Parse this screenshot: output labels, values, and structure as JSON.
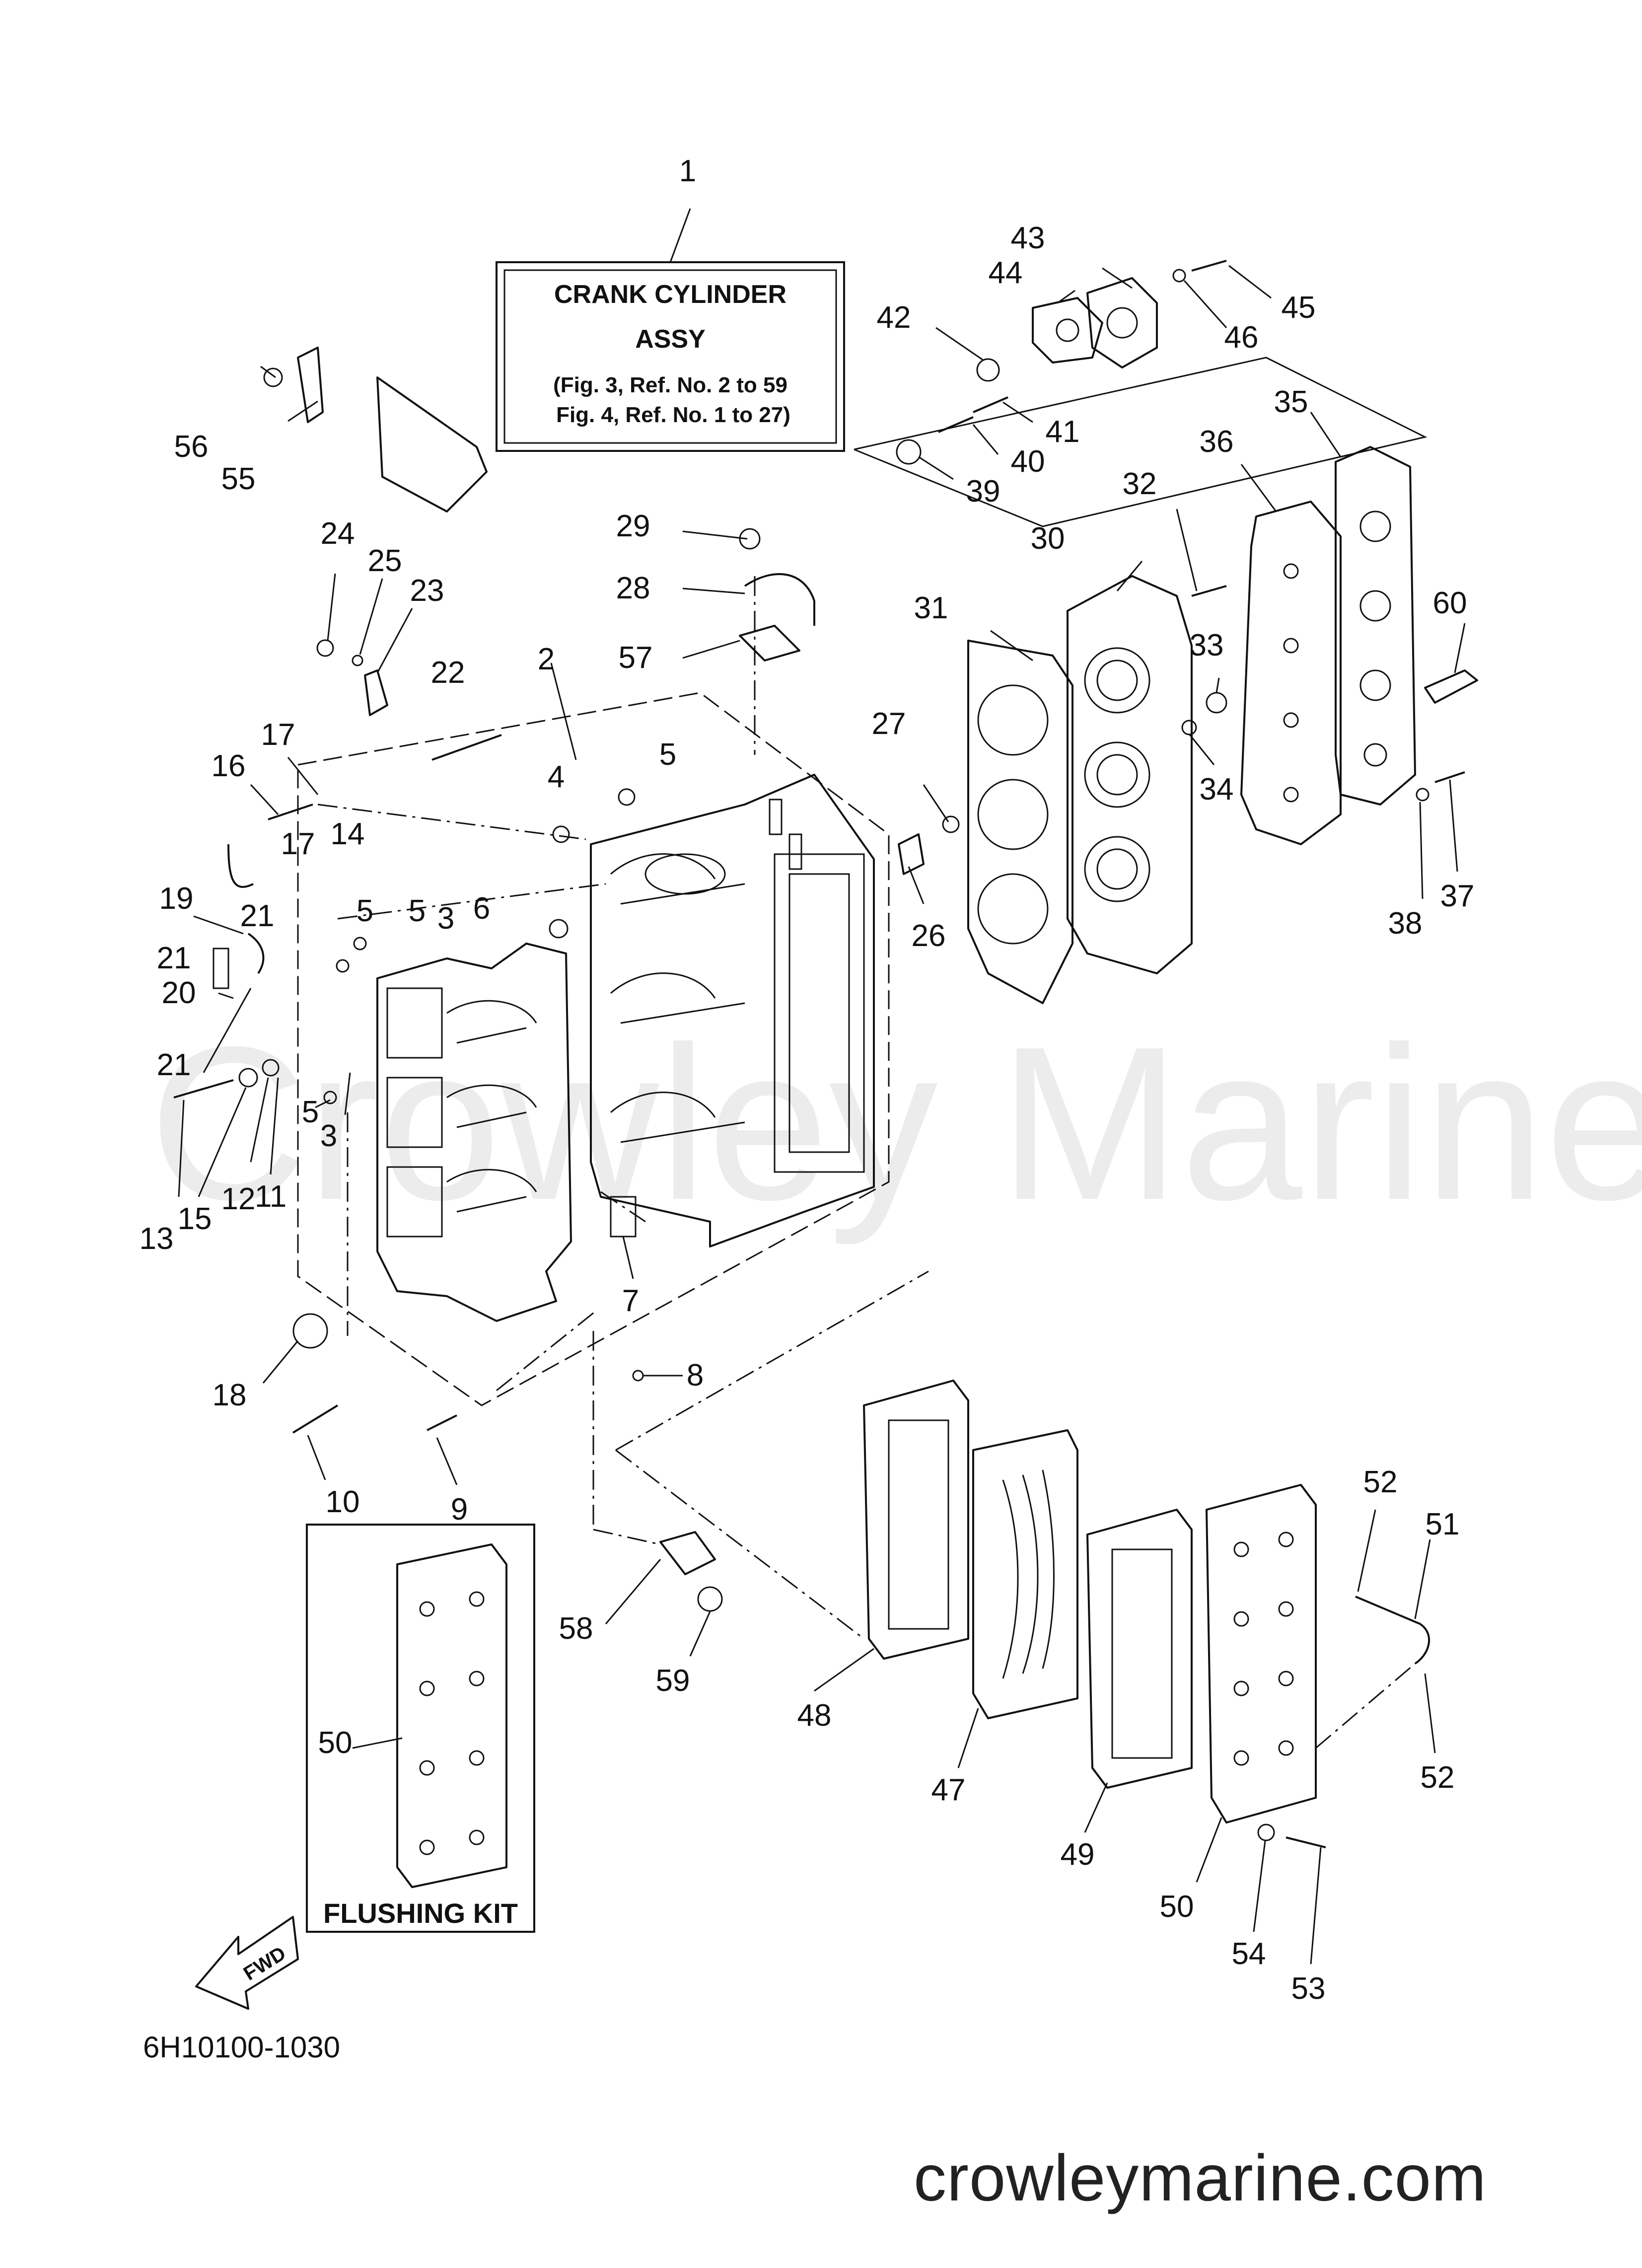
{
  "title_box": {
    "line1": "CRANK CYLINDER",
    "line2": "ASSY",
    "line3": "(Fig. 3, Ref. No. 2 to 59",
    "line4": "Fig. 4, Ref. No. 1 to 27)"
  },
  "flushing_kit_label": "FLUSHING KIT",
  "fwd_label": "FWD",
  "diagram_code": "6H10100-1030",
  "website": "crowleymarine.com",
  "watermark": "Crowley Marine",
  "part_numbers": [
    "1",
    "2",
    "3",
    "4",
    "5",
    "6",
    "7",
    "8",
    "9",
    "10",
    "11",
    "12",
    "13",
    "14",
    "15",
    "16",
    "17",
    "18",
    "19",
    "20",
    "21",
    "22",
    "23",
    "24",
    "25",
    "26",
    "27",
    "28",
    "29",
    "30",
    "31",
    "32",
    "33",
    "34",
    "35",
    "36",
    "37",
    "38",
    "39",
    "40",
    "41",
    "42",
    "43",
    "44",
    "45",
    "46",
    "47",
    "48",
    "49",
    "50",
    "51",
    "52",
    "53",
    "54",
    "55",
    "56",
    "57",
    "58",
    "59",
    "60"
  ]
}
